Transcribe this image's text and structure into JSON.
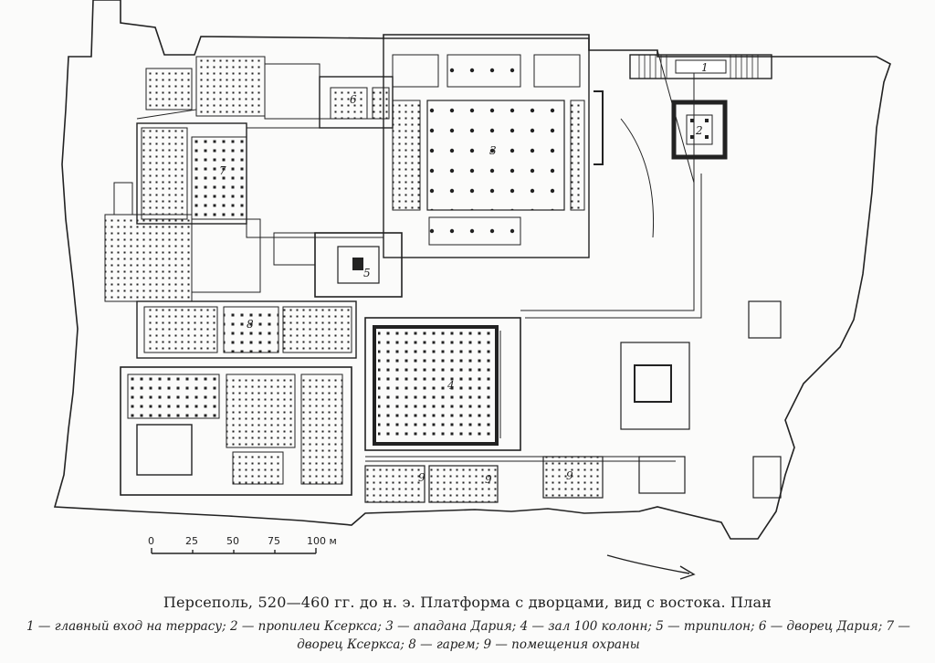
{
  "caption": {
    "title": "Персеполь, 520—460 гг. до н. э. Платформа с дворцами, вид с востока. План",
    "legend": "1 — главный вход на террасу; 2 — пропилеи Ксеркса; 3 — ападана Дария; 4 — зал 100 колонн; 5 — трипилон; 6 — дворец Дария; 7 — дворец Ксеркса; 8 — гарем; 9 — помещения охраны"
  },
  "plan_labels": {
    "n1": "1",
    "n2": "2",
    "n3": "3",
    "n4": "4",
    "n5": "5",
    "n6": "6",
    "n7": "7",
    "n8": "8",
    "n9a": "9",
    "n9b": "9",
    "n9c": "9"
  },
  "scale_bar": {
    "ticks": [
      "0",
      "25",
      "50",
      "75",
      "100 м"
    ]
  },
  "colors": {
    "line": "#222222",
    "paper": "#fbfbfa"
  }
}
